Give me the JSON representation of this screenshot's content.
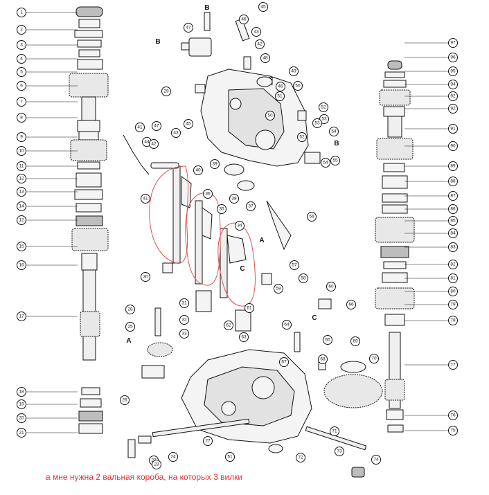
{
  "annotation_note": "а мне нужна 2 вальная короба, на которых 3 вилки",
  "annotation_color": "#e0303a",
  "section_letters": [
    "B",
    "B",
    "B",
    "A",
    "A",
    "C",
    "C"
  ],
  "left_column_callouts": [
    "1",
    "2",
    "3",
    "4",
    "5",
    "6",
    "7",
    "8",
    "9",
    "10",
    "11",
    "12",
    "13",
    "14",
    "12",
    "15",
    "16",
    "17",
    "18",
    "19",
    "20",
    "21"
  ],
  "right_column_callouts": [
    "97",
    "96",
    "95",
    "94",
    "92",
    "92",
    "91",
    "90",
    "89",
    "88",
    "87",
    "86",
    "85",
    "84",
    "83",
    "82",
    "81",
    "80",
    "79",
    "78",
    "77",
    "76",
    "75"
  ],
  "center_callouts": [
    "45",
    "46",
    "47",
    "43",
    "42",
    "48",
    "49",
    "50",
    "51",
    "52",
    "53",
    "54",
    "55",
    "56",
    "57",
    "58",
    "59",
    "60",
    "61",
    "62",
    "63",
    "64",
    "65",
    "66",
    "67",
    "68",
    "69",
    "70",
    "71",
    "72",
    "73",
    "74",
    "36",
    "37",
    "38",
    "39",
    "40",
    "41",
    "30",
    "31",
    "32",
    "33",
    "34",
    "35",
    "22",
    "23",
    "24",
    "25",
    "26",
    "27",
    "28",
    "29",
    "44",
    "47",
    "41",
    "42",
    "43",
    "45",
    "46",
    "50",
    "51",
    "52",
    "53",
    "54"
  ]
}
